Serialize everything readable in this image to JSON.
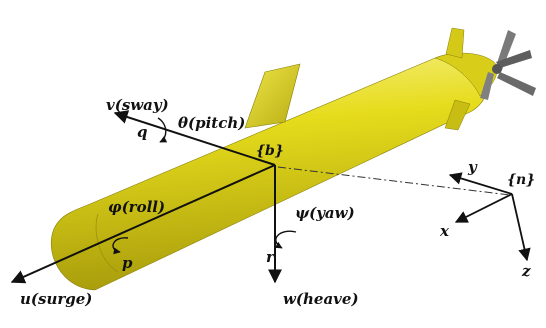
{
  "labels": {
    "sway": "v(sway)",
    "sway_rate": "q",
    "pitch": "θ(pitch)",
    "body_frame": "{b}",
    "roll": "φ(roll)",
    "roll_rate": "p",
    "yaw": "ψ(yaw)",
    "yaw_rate": "r",
    "surge": "u(surge)",
    "heave": "w(heave)",
    "nav_frame": "{n}",
    "nav_x": "x",
    "nav_y": "y",
    "nav_z": "z"
  },
  "colors": {
    "hull": "#e9df1f",
    "hull_dark": "#b9ad10",
    "hull_light": "#f6f07a",
    "propeller": "#6e6e6e",
    "axis": "#111111",
    "background": "#ffffff"
  },
  "icons": {
    "vehicle": "auv-torpedo-hull",
    "propeller": "propeller-icon"
  }
}
